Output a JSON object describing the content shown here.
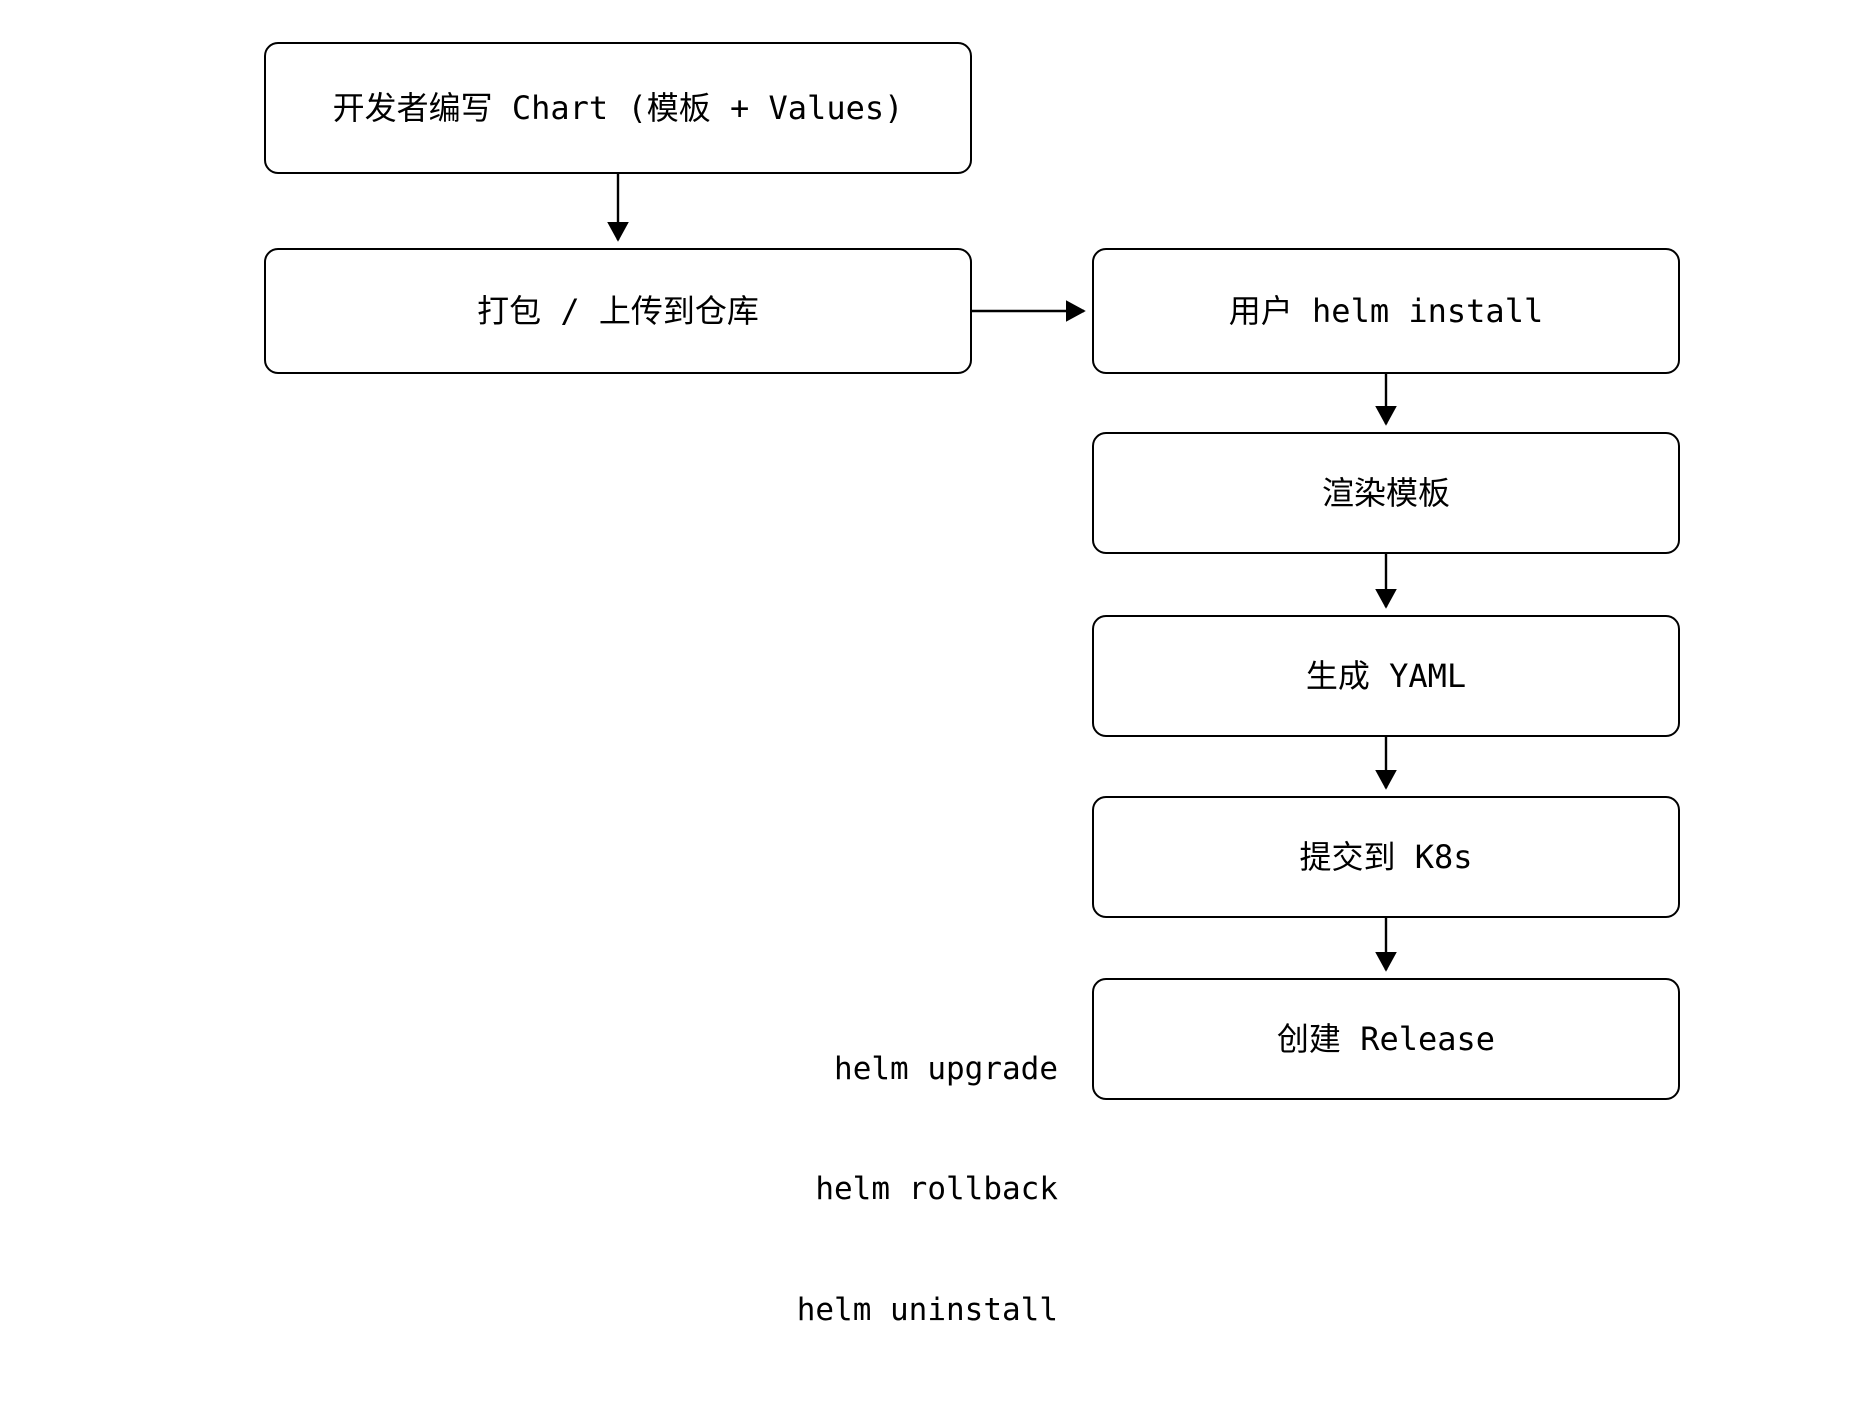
{
  "diagram": {
    "title": "Helm Chart lifecycle flowchart",
    "type": "flowchart",
    "direction": "top-to-bottom",
    "background_color": "#ffffff",
    "stroke_color": "#000000",
    "text_color": "#000000",
    "nodes": [
      {
        "id": "author",
        "label": "开发者编写 Chart (模板 + Values)"
      },
      {
        "id": "package",
        "label": "打包 / 上传到仓库"
      },
      {
        "id": "install",
        "label": "用户 helm install"
      },
      {
        "id": "render",
        "label": "渲染模板"
      },
      {
        "id": "yaml",
        "label": "生成 YAML"
      },
      {
        "id": "submit",
        "label": "提交到 K8s"
      },
      {
        "id": "release",
        "label": "创建 Release"
      }
    ],
    "edges": [
      {
        "from": "author",
        "to": "package",
        "orientation": "vertical"
      },
      {
        "from": "package",
        "to": "install",
        "orientation": "horizontal"
      },
      {
        "from": "install",
        "to": "render",
        "orientation": "vertical"
      },
      {
        "from": "render",
        "to": "yaml",
        "orientation": "vertical"
      },
      {
        "from": "yaml",
        "to": "submit",
        "orientation": "vertical"
      },
      {
        "from": "submit",
        "to": "release",
        "orientation": "vertical"
      }
    ],
    "annotations": {
      "commands": {
        "line1": "helm upgrade",
        "line2": "helm rollback",
        "line3": "helm uninstall"
      }
    }
  }
}
